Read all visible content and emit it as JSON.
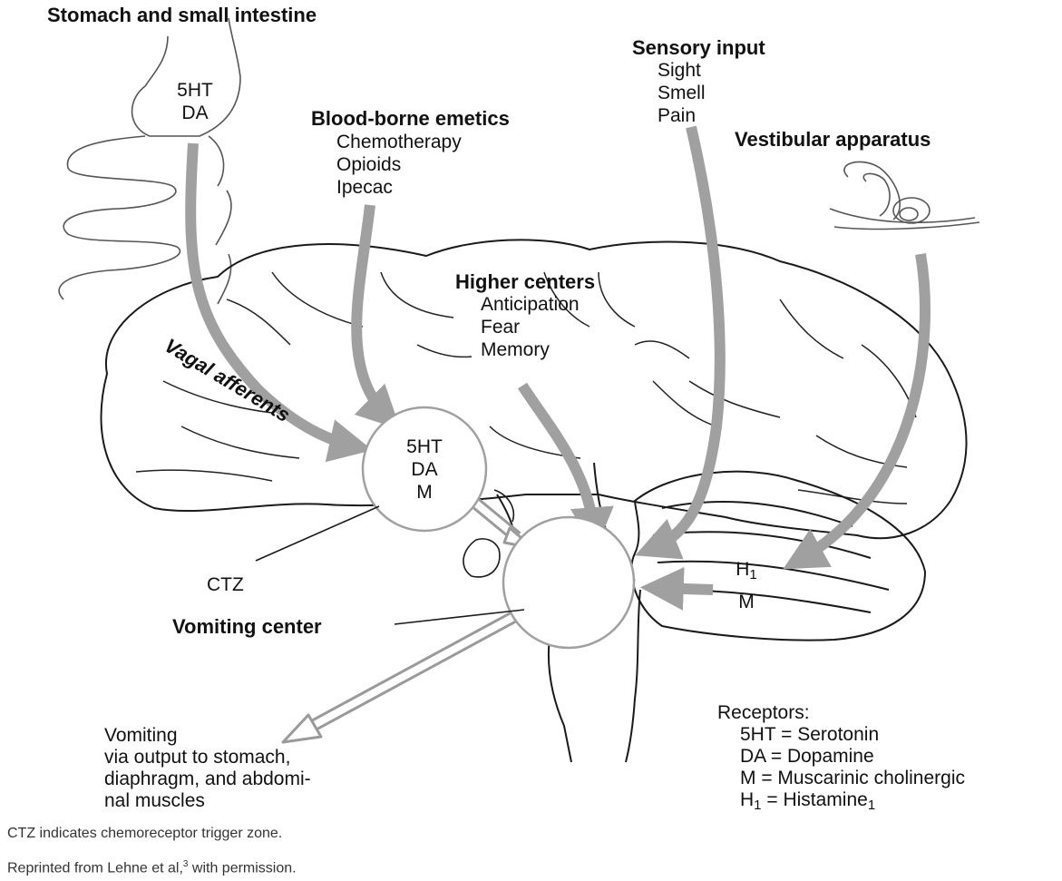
{
  "sources": {
    "gi": {
      "title": "Stomach and small intestine",
      "receptors": [
        "5HT",
        "DA"
      ]
    },
    "blood": {
      "title": "Blood-borne emetics",
      "items": [
        "Chemotherapy",
        "Opioids",
        "Ipecac"
      ]
    },
    "sensory": {
      "title": "Sensory input",
      "items": [
        "Sight",
        "Smell",
        "Pain"
      ]
    },
    "vestibular": {
      "title": "Vestibular apparatus",
      "receptors": {
        "h_main": "H",
        "h_sub": "1",
        "m": "M"
      }
    },
    "higher": {
      "title": "Higher centers",
      "items": [
        "Anticipation",
        "Fear",
        "Memory"
      ]
    }
  },
  "pathway_label": "Vagal afferents",
  "ctz": {
    "label": "CTZ",
    "receptors": [
      "5HT",
      "DA",
      "M"
    ]
  },
  "vomiting_center": {
    "label": "Vomiting center"
  },
  "output": {
    "lines": [
      "Vomiting",
      "via output to stomach,",
      "diaphragm, and abdomi-",
      "nal muscles"
    ]
  },
  "legend": {
    "title": "Receptors:",
    "items": [
      "5HT = Serotonin",
      "DA = Dopamine",
      "M = Muscarinic cholinergic"
    ],
    "h1": {
      "left": "H",
      "left_sub": "1",
      "middle": " = Histamine",
      "right_sub": "1"
    }
  },
  "captions": {
    "ctz_note": "CTZ indicates chemoreceptor trigger zone.",
    "reprint_before": "Reprinted from Lehne et al,",
    "reprint_ref": "3",
    "reprint_after": " with permission."
  },
  "colors": {
    "arrow": "#a0a0a0",
    "line": "#1a1a1a",
    "background": "#ffffff"
  }
}
